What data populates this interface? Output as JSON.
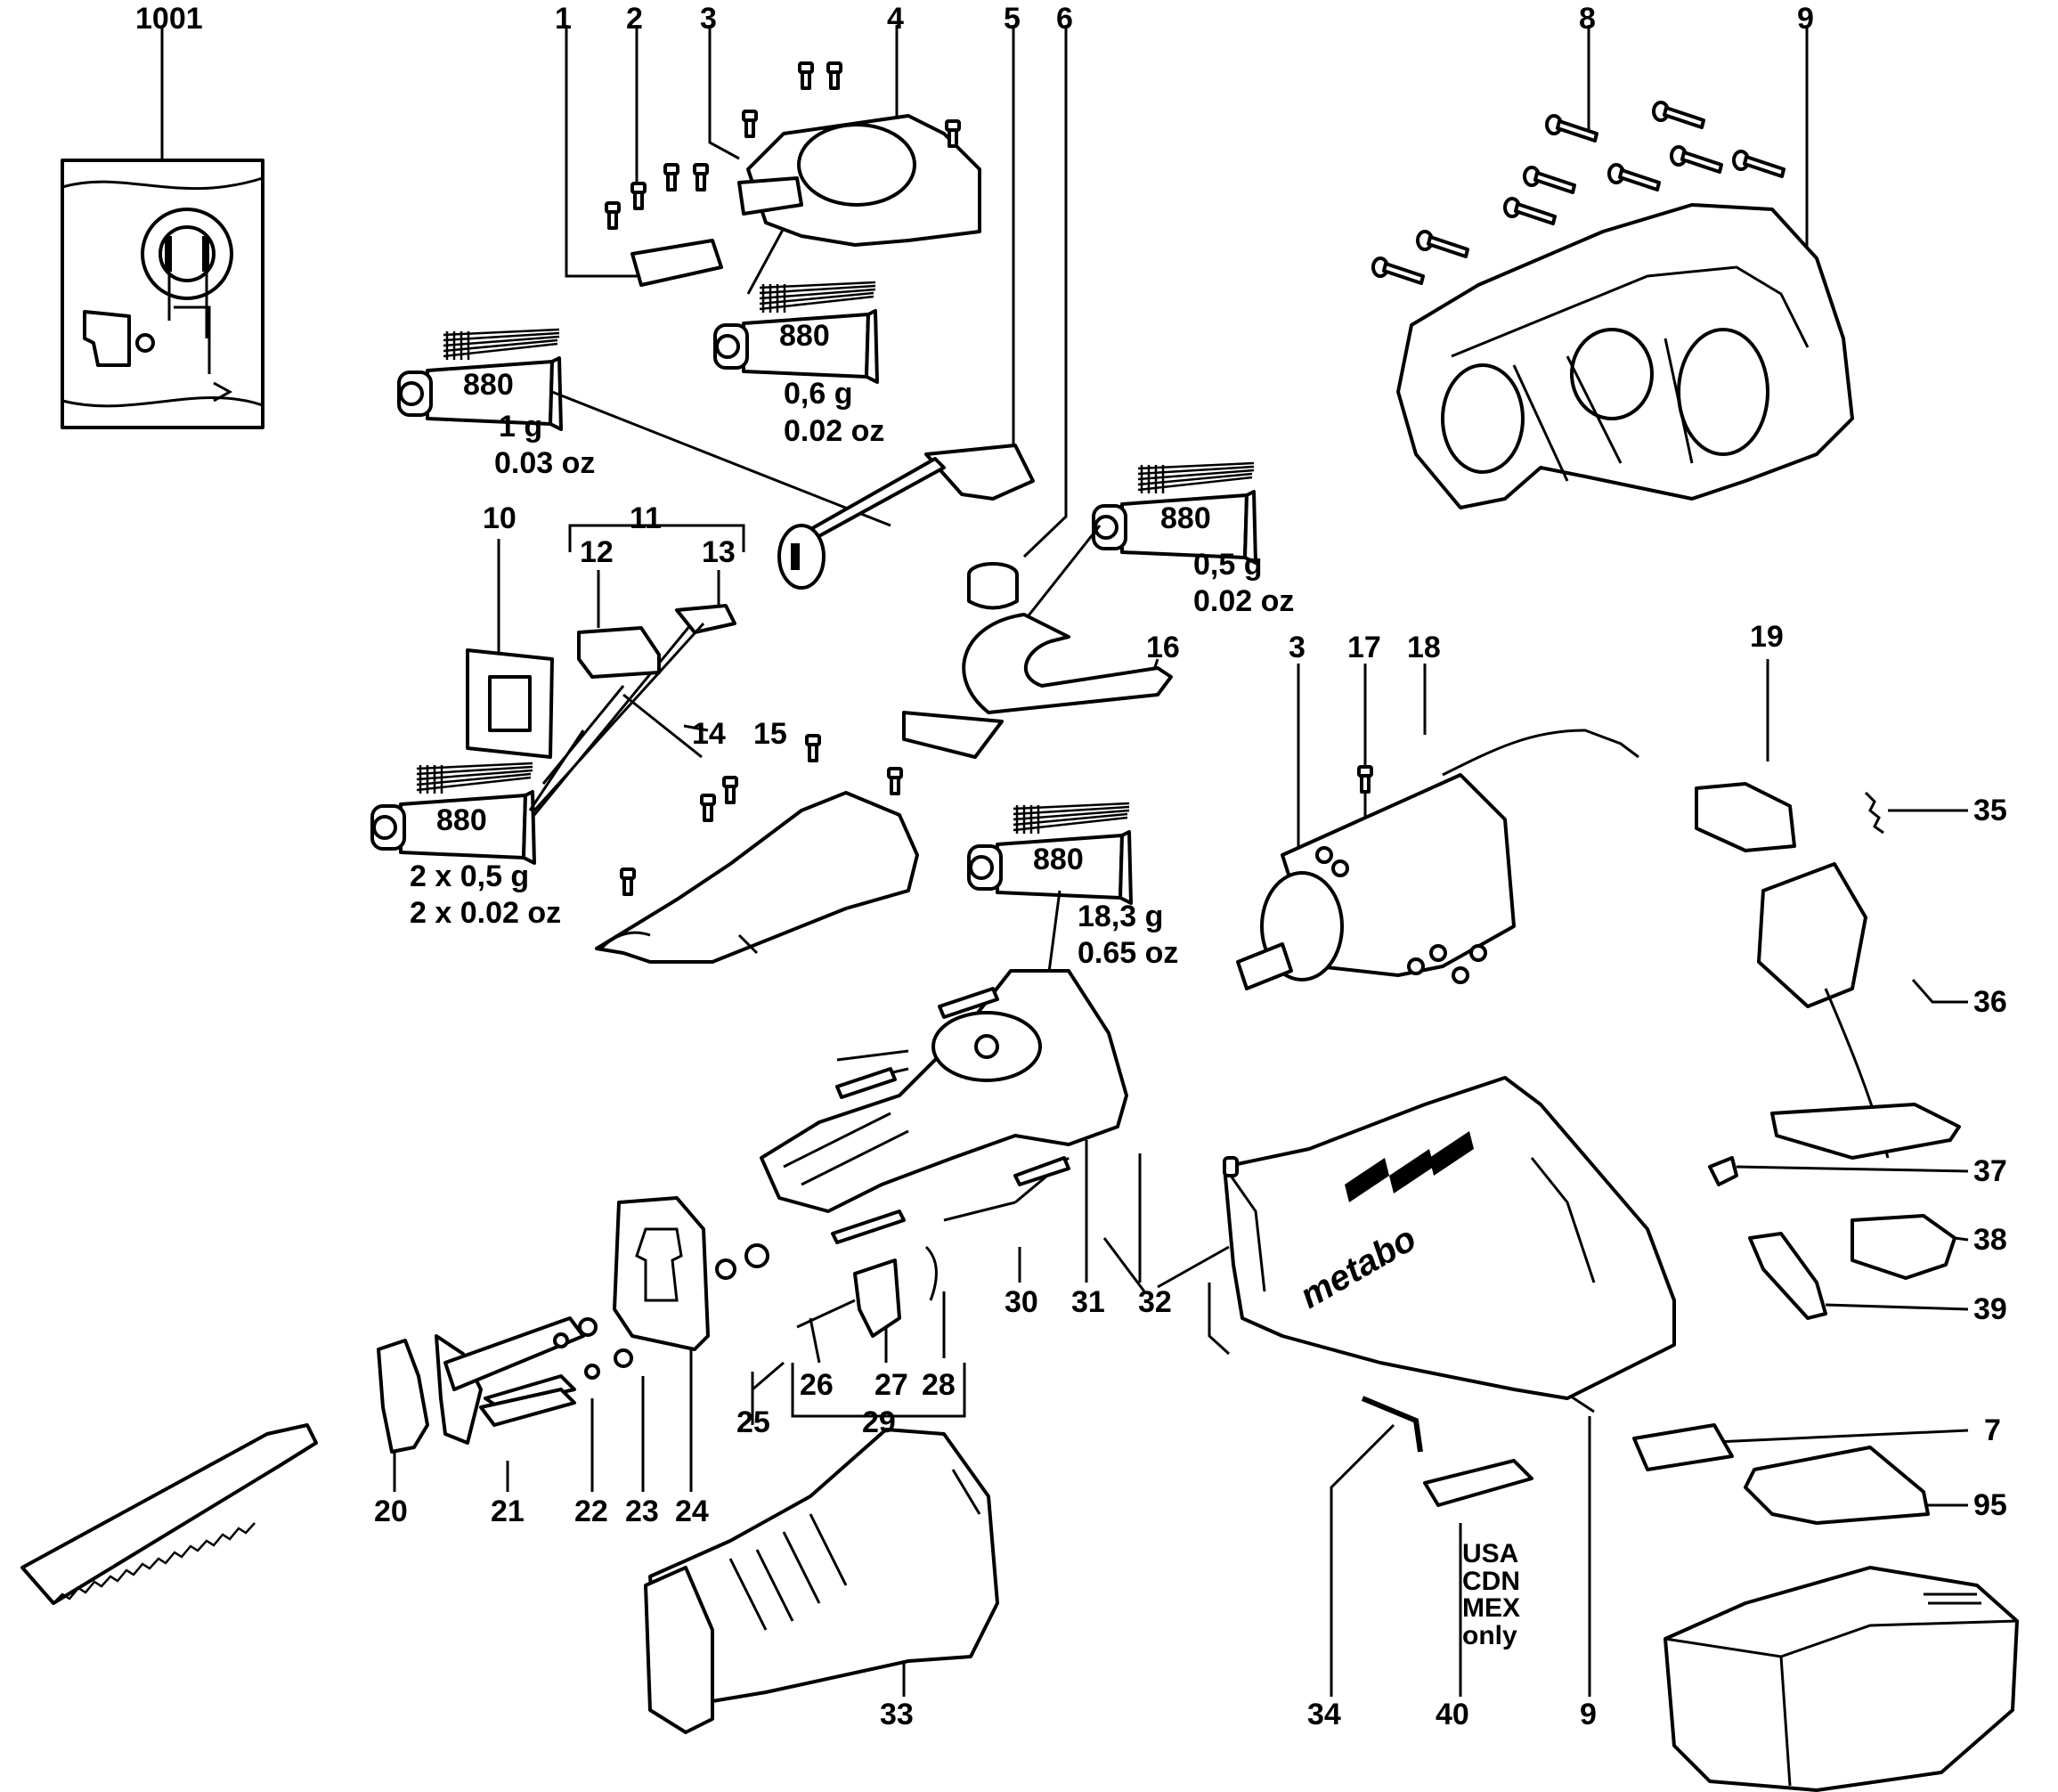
{
  "labels": {
    "p1001": "1001",
    "p1": "1",
    "p2": "2",
    "p3": "3",
    "p4": "4",
    "p5": "5",
    "p6": "6",
    "p8": "8",
    "p9a": "9",
    "p10": "10",
    "p11": "11",
    "p12": "12",
    "p13": "13",
    "p14": "14",
    "p15": "15",
    "p16": "16",
    "p3b": "3",
    "p17": "17",
    "p18": "18",
    "p19": "19",
    "p35": "35",
    "p36": "36",
    "p37": "37",
    "p38": "38",
    "p39": "39",
    "p7": "7",
    "p95": "95",
    "p20": "20",
    "p21": "21",
    "p22": "22",
    "p23": "23",
    "p24": "24",
    "p25": "25",
    "p26": "26",
    "p27": "27",
    "p28": "28",
    "p29": "29",
    "p30": "30",
    "p31": "31",
    "p32": "32",
    "p33": "33",
    "p34": "34",
    "p40": "40",
    "p9b": "9"
  },
  "grease": {
    "tube_label": "880",
    "q1_g": "1 g",
    "q1_oz": "0.03 oz",
    "q2_g": "0,6 g",
    "q2_oz": "0.02 oz",
    "q3_g": "0,5 g",
    "q3_oz": "0.02 oz",
    "q4_g": "2 x 0,5 g",
    "q4_oz": "2 x 0.02 oz",
    "q5_g": "18,3 g",
    "q5_oz": "0.65 oz"
  },
  "brand": "metabo",
  "region_note": [
    "USA",
    "CDN",
    "MEX",
    "only"
  ]
}
